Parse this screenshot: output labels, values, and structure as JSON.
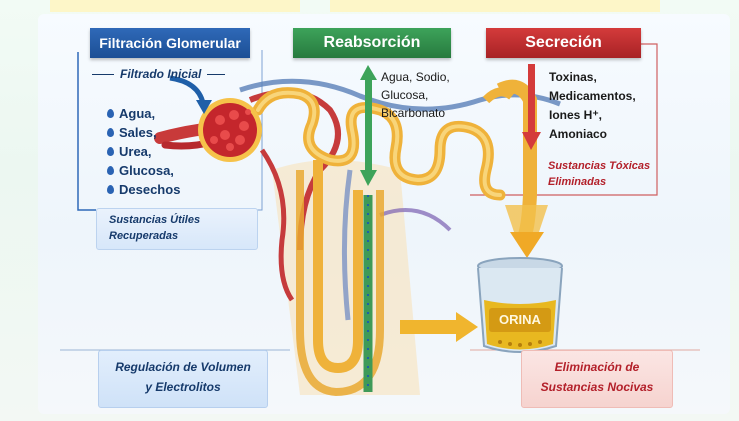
{
  "headers": {
    "filtration": "Filtración Glomerular",
    "reabsorption": "Reabsorción",
    "secretion": "Secreción"
  },
  "filtration": {
    "subtitle": "Filtrado Inicial",
    "items": [
      "Agua,",
      "Sales,",
      "Urea,",
      "Glucosa,",
      "Desechos"
    ],
    "recovered": [
      "Sustancias Útiles",
      "Recuperadas"
    ]
  },
  "reabsorption": {
    "items": [
      "Agua, Sodio,",
      "Glucosa,",
      "Bicarbonato"
    ]
  },
  "secretion": {
    "items": [
      "Toxinas,",
      "Medicamentos,",
      "Iones H⁺,",
      "Amoniaco"
    ],
    "eliminated": [
      "Sustancias Tóxicas",
      "Eliminadas"
    ]
  },
  "urine_label": "ORINA",
  "bottom": {
    "left": [
      "Regulación de Volumen",
      "y Electrolitos"
    ],
    "right": [
      "Eliminación de",
      "Sustancias Nocivas"
    ]
  },
  "colors": {
    "blue": "#1c4f95",
    "green": "#277a3e",
    "red": "#a82225",
    "tubule": "#f0b840",
    "urine": "#e8b820"
  }
}
